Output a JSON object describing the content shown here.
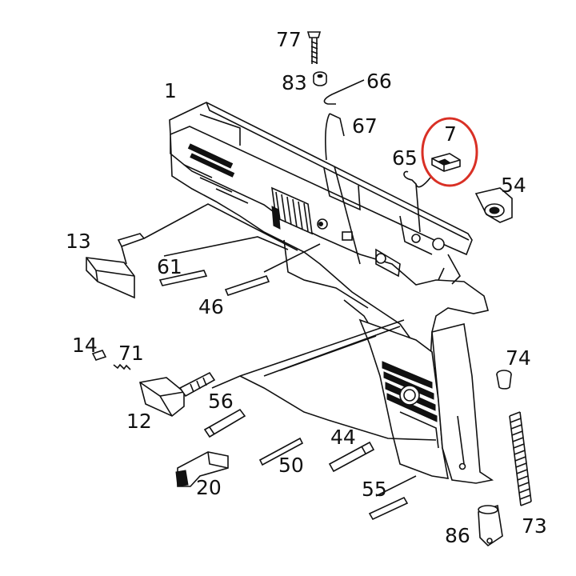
{
  "diagram": {
    "part_labels": [
      "1",
      "77",
      "83",
      "66",
      "67",
      "65",
      "7",
      "54",
      "13",
      "61",
      "46",
      "14",
      "71",
      "12",
      "56",
      "44",
      "50",
      "20",
      "55",
      "74",
      "73",
      "86"
    ],
    "highlighted_part": "7",
    "highlight_color": "#d93025"
  }
}
